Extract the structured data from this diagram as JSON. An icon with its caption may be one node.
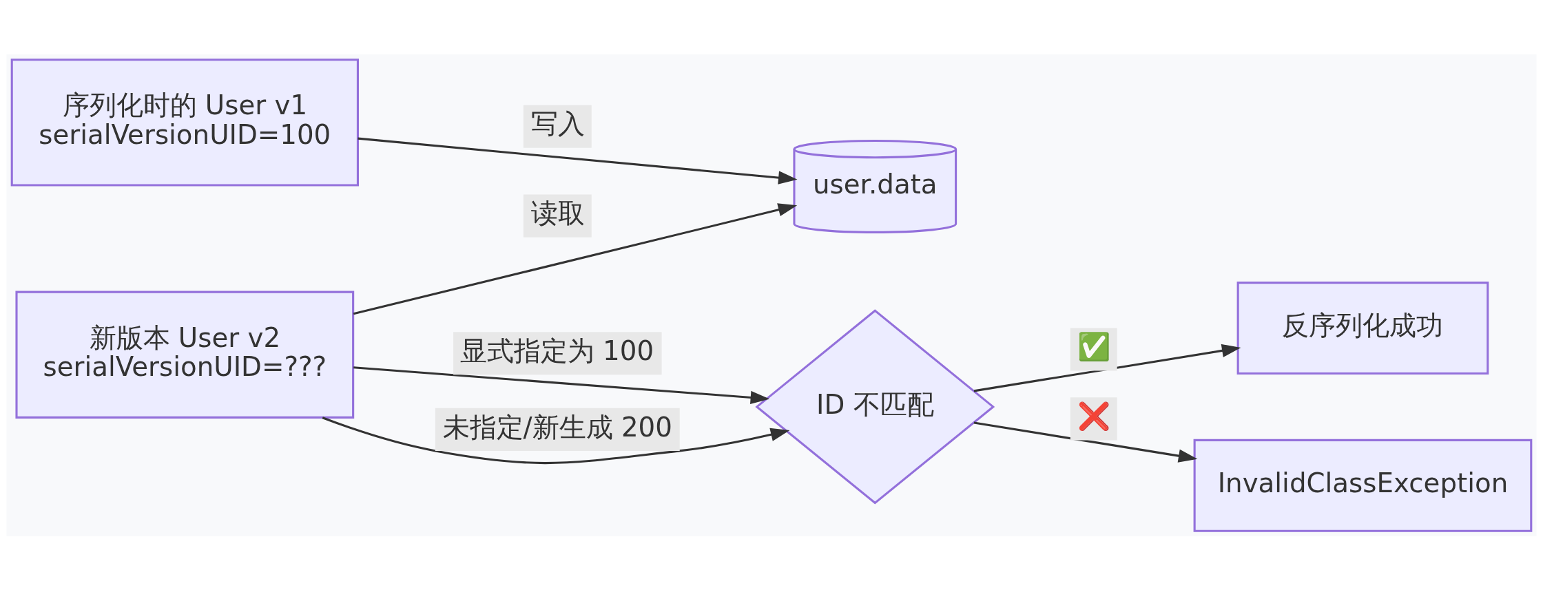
{
  "diagram": {
    "nodes": [
      {
        "text": [
          "序列化时的 User v1",
          "serialVersionUID=100"
        ]
      },
      {
        "text": [
          "user.data"
        ]
      },
      {
        "text": [
          "新版本 User v2",
          "serialVersionUID=???"
        ]
      },
      {
        "text": [
          "ID 不匹配"
        ]
      },
      {
        "text": [
          "反序列化成功"
        ]
      },
      {
        "text": [
          "InvalidClassException"
        ]
      }
    ],
    "edges": [
      {
        "from": 0,
        "to": 1,
        "arrow": "to",
        "label": "写入"
      },
      {
        "from": 2,
        "to": 1,
        "arrow": "to",
        "label": "读取"
      },
      {
        "from": 2,
        "to": 3,
        "arrow": "to",
        "label": "显式指定为 100"
      },
      {
        "from": 2,
        "to": 3,
        "arrow": "to",
        "label": "未指定/新生成 200"
      },
      {
        "from": 3,
        "to": 4,
        "arrow": "to",
        "label": "✅"
      },
      {
        "from": 3,
        "to": 5,
        "arrow": "to",
        "label": "❌"
      }
    ]
  }
}
